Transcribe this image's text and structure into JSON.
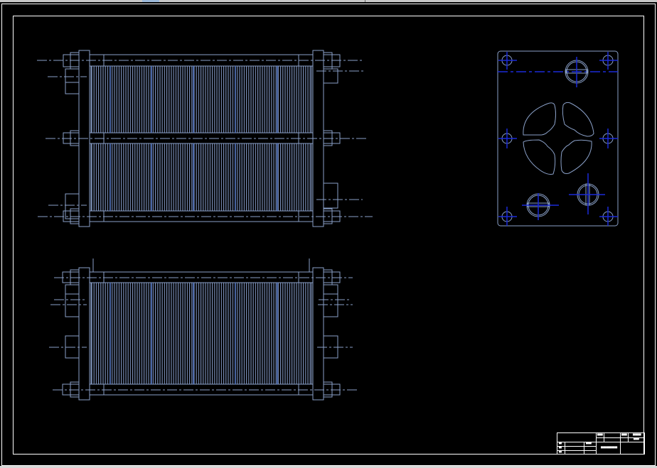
{
  "window": {
    "top_strip_color": "#c8c8c8",
    "bottom_strip_color": "#d8d8d8"
  },
  "drawing": {
    "background": "#000000",
    "border_color": "#ffffff",
    "line_color": "#8aa0c8",
    "centerline_color": "#1a2ad8",
    "views": [
      {
        "name": "front-view-double-stack",
        "label": ""
      },
      {
        "name": "front-view-single-stack",
        "label": ""
      },
      {
        "name": "end-plate-view",
        "label": ""
      }
    ]
  },
  "title_block": {
    "cells": [
      {
        "id": "r1c3",
        "text": "▀▀"
      },
      {
        "id": "r1c5",
        "text": "▀▀"
      },
      {
        "id": "r1c6",
        "text": "▀▀▀"
      },
      {
        "id": "r2c6",
        "text": "▀▀"
      },
      {
        "id": "r3c1",
        "text": "▀"
      },
      {
        "id": "r3c3",
        "text": "▀▀"
      },
      {
        "id": "r4c1",
        "text": "▀"
      },
      {
        "id": "r5c1",
        "text": "▀"
      },
      {
        "id": "drawing_name",
        "text": "▀▀▀▀▀▀"
      }
    ]
  }
}
